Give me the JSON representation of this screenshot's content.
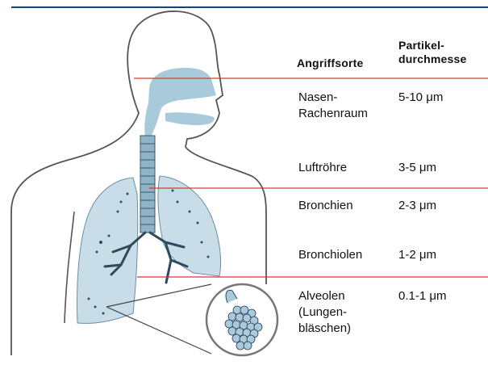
{
  "table": {
    "header_site": "Angriffsorte",
    "header_size": "Partikel-\ndurchmesse",
    "rows": [
      {
        "site": "Nasen-\nRachenraum",
        "size": "5-10 μm"
      },
      {
        "site": "Luftröhre",
        "size": "3-5 μm"
      },
      {
        "site": "Bronchien",
        "size": "2-3 μm"
      },
      {
        "site": "Bronchiolen",
        "size": "1-2 μm"
      },
      {
        "site": "Alveolen\n(Lungen-\nbläschen)",
        "size": "0.1-1 μm"
      }
    ]
  },
  "colors": {
    "body_outline": "#555555",
    "airway_fill": "#a9cadb",
    "lung_fill": "#c9dde9",
    "marker_line": "#d23a3a",
    "frame": "#1f3f7a",
    "particle": "#2a3a55"
  }
}
